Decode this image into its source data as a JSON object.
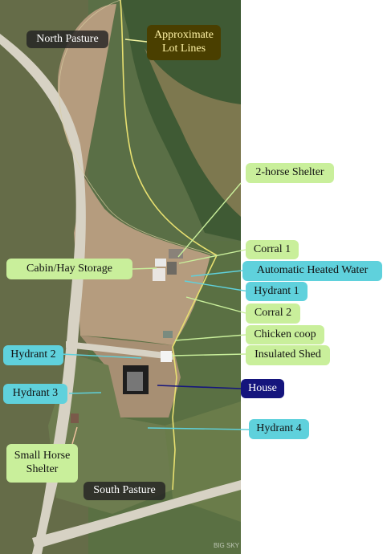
{
  "labels": {
    "north_pasture": "North Pasture",
    "lot_lines": "Approximate Lot Lines",
    "two_horse_shelter": "2-horse Shelter",
    "corral_1": "Corral 1",
    "cabin_hay": "Cabin/Hay Storage",
    "heated_water": "Automatic Heated Water",
    "hydrant_1": "Hydrant 1",
    "corral_2": "Corral 2",
    "chicken_coop": "Chicken coop",
    "hydrant_2": "Hydrant 2",
    "insulated_shed": "Insulated Shed",
    "hydrant_3": "Hydrant 3",
    "house": "House",
    "hydrant_4": "Hydrant 4",
    "small_horse_shelter": "Small Horse Shelter",
    "south_pasture": "South Pasture"
  },
  "colors": {
    "green_label": "#c9ef9b",
    "cyan_label": "#5fd1dc",
    "house_label": "#15157d",
    "lot_line": "#e8e070",
    "pasture": "#b49a7c",
    "grass": "#4f6a3c",
    "road": "#d7d2c4"
  },
  "watermark": "BIG SKY MLS"
}
